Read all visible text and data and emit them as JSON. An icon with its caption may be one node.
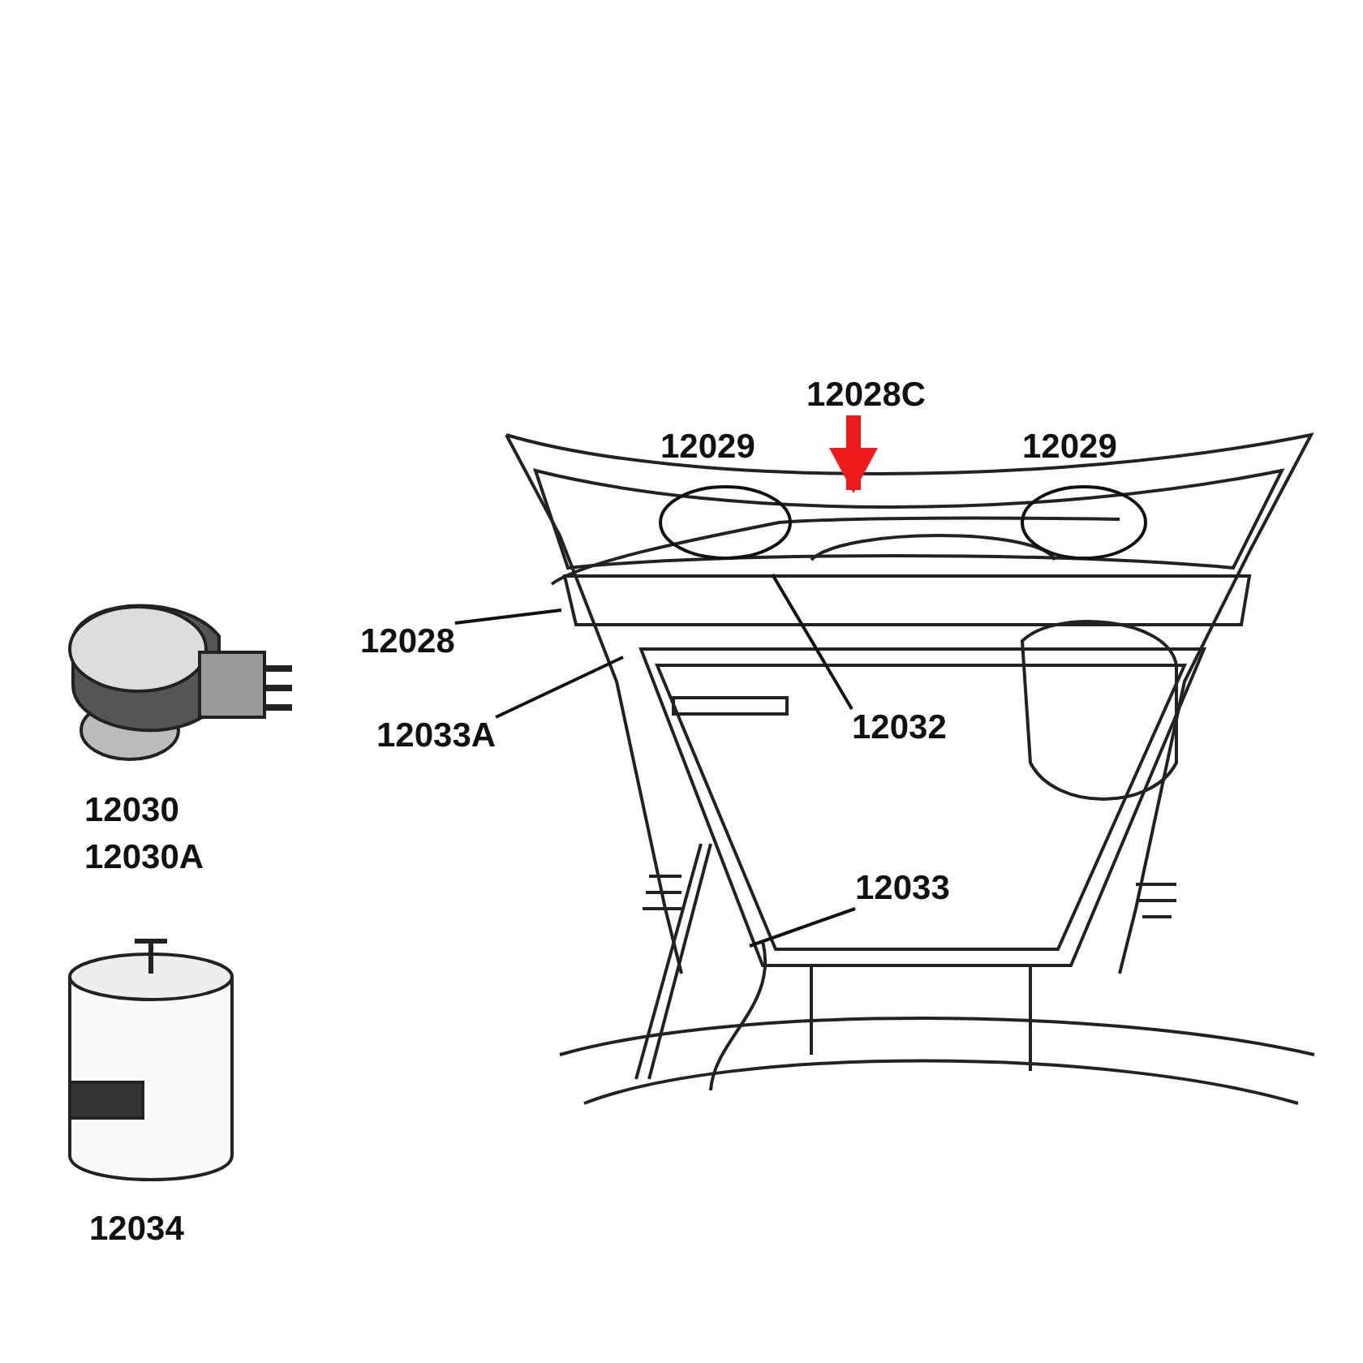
{
  "diagram": {
    "nodes": [
      {
        "text": [
          "12029"
        ]
      },
      {
        "text": [
          "12028C"
        ]
      },
      {
        "text": [
          "12029"
        ]
      },
      {
        "text": [
          "12028"
        ]
      },
      {
        "text": [
          "12033A"
        ]
      },
      {
        "text": [
          "12032"
        ]
      },
      {
        "text": [
          "12033"
        ]
      },
      {
        "text": [],
        "shape": "picture",
        "beside": [
          "12030",
          "12030A"
        ]
      },
      {
        "text": [],
        "shape": "picture",
        "beside": [
          "12034"
        ]
      }
    ],
    "edges": [
      {
        "from": 1,
        "to": null,
        "arrow": "to",
        "style": "thick",
        "color": "#ee1c1c"
      },
      {
        "from": 3,
        "to": null,
        "arrow": "none"
      },
      {
        "from": 4,
        "to": null,
        "arrow": "none"
      },
      {
        "from": 5,
        "to": null,
        "arrow": "none"
      },
      {
        "from": 6,
        "to": null,
        "arrow": "none"
      }
    ]
  }
}
